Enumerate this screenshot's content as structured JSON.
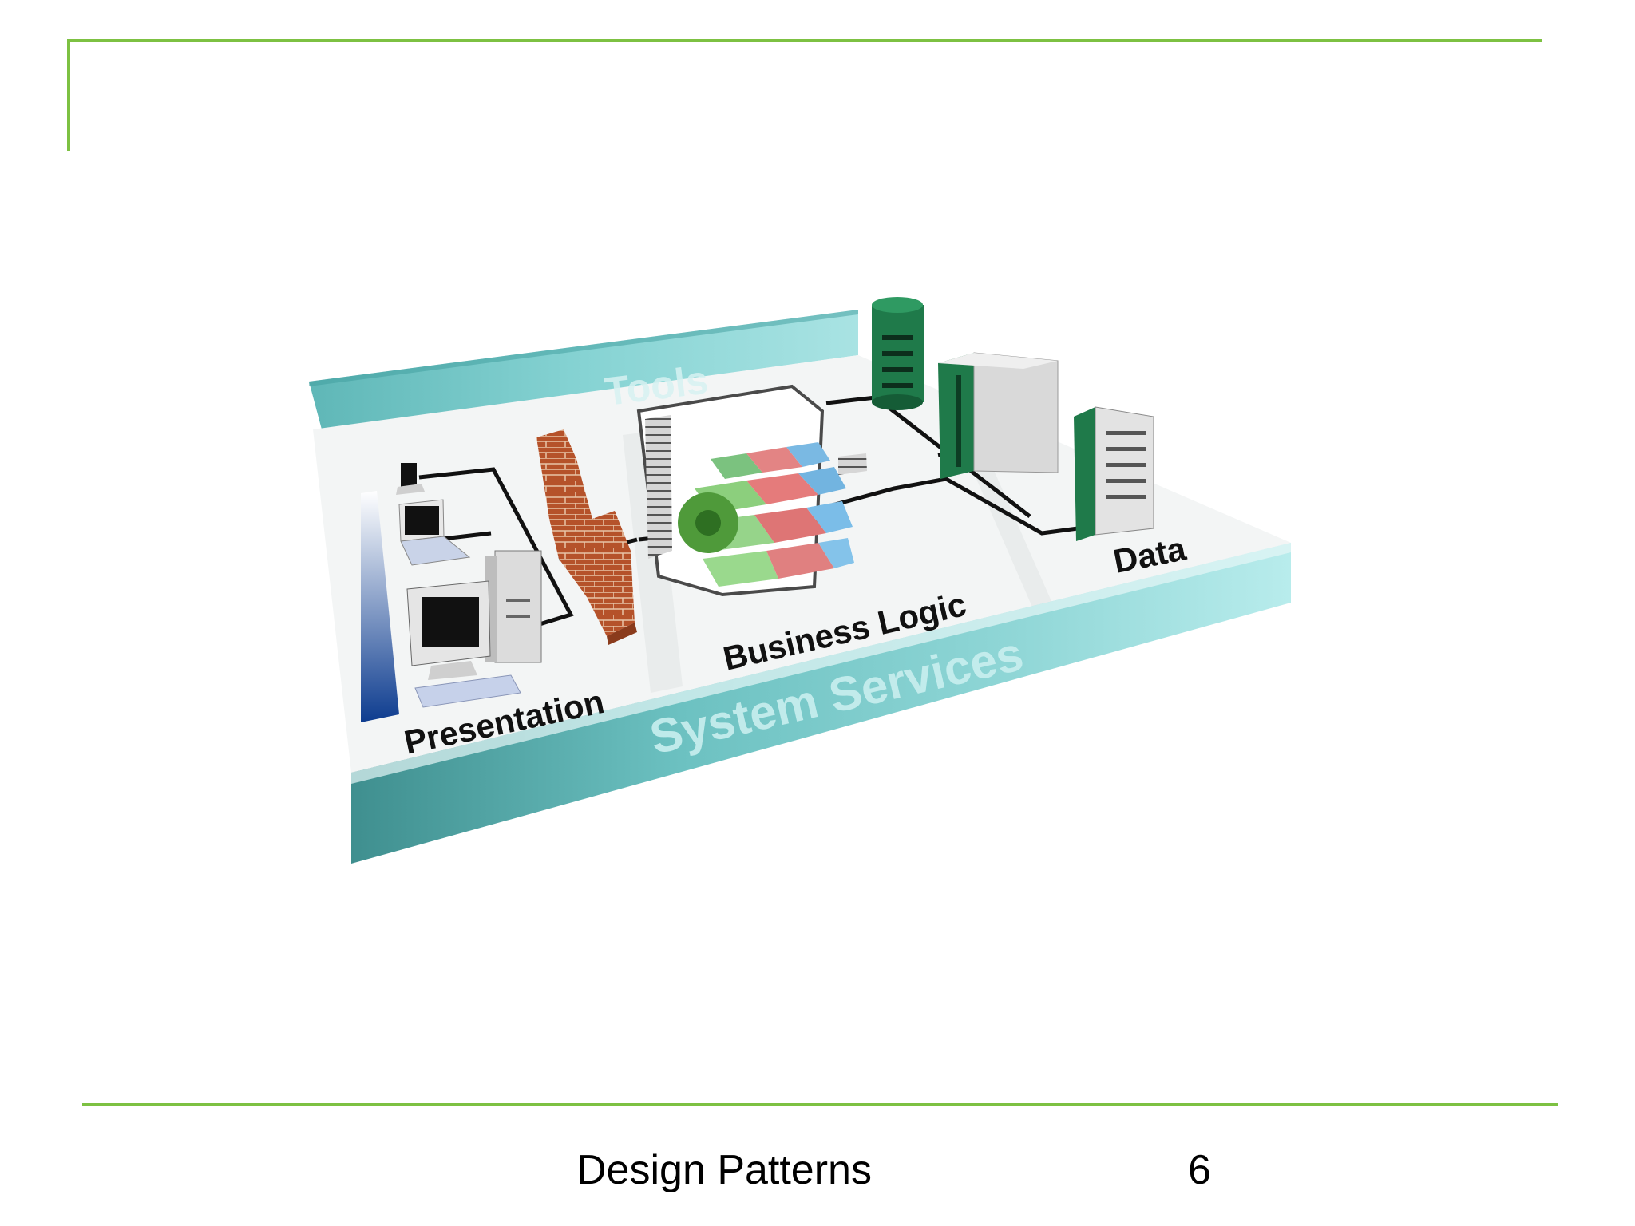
{
  "footer": {
    "title": "Design Patterns",
    "page_number": "6"
  },
  "diagram": {
    "labels": {
      "tools": "Tools",
      "presentation": "Presentation",
      "business_logic": "Business Logic",
      "data": "Data",
      "system_services": "System Services"
    },
    "colors": {
      "accent_rule": "#7dc142",
      "teal_band": "#6fc6c6",
      "teal_dark": "#3f8f8f",
      "platform": "#f2f4f4",
      "brick_wall": "#b5522a",
      "server_green": "#1f7a4a",
      "server_grey": "#d9d9d9",
      "tier_blue": "#1a4fa0"
    }
  }
}
